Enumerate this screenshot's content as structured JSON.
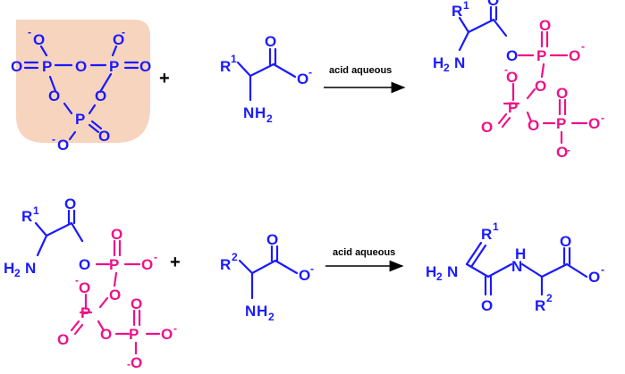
{
  "colors": {
    "reactant_blue": "#1a1aff",
    "phosphate_pink": "#ee1188",
    "highlight": "#f4c6a8",
    "arrow": "#000000"
  },
  "atoms": {
    "P": "P",
    "O": "O",
    "N": "N",
    "H": "H",
    "R": "R",
    "minus": "-",
    "sub2": "2"
  },
  "superscripts": {
    "r1": "1",
    "r2": "2"
  },
  "plus": "+",
  "reaction1": {
    "condition": "acid aqueous"
  },
  "reaction2": {
    "condition": "acid aqueous"
  }
}
